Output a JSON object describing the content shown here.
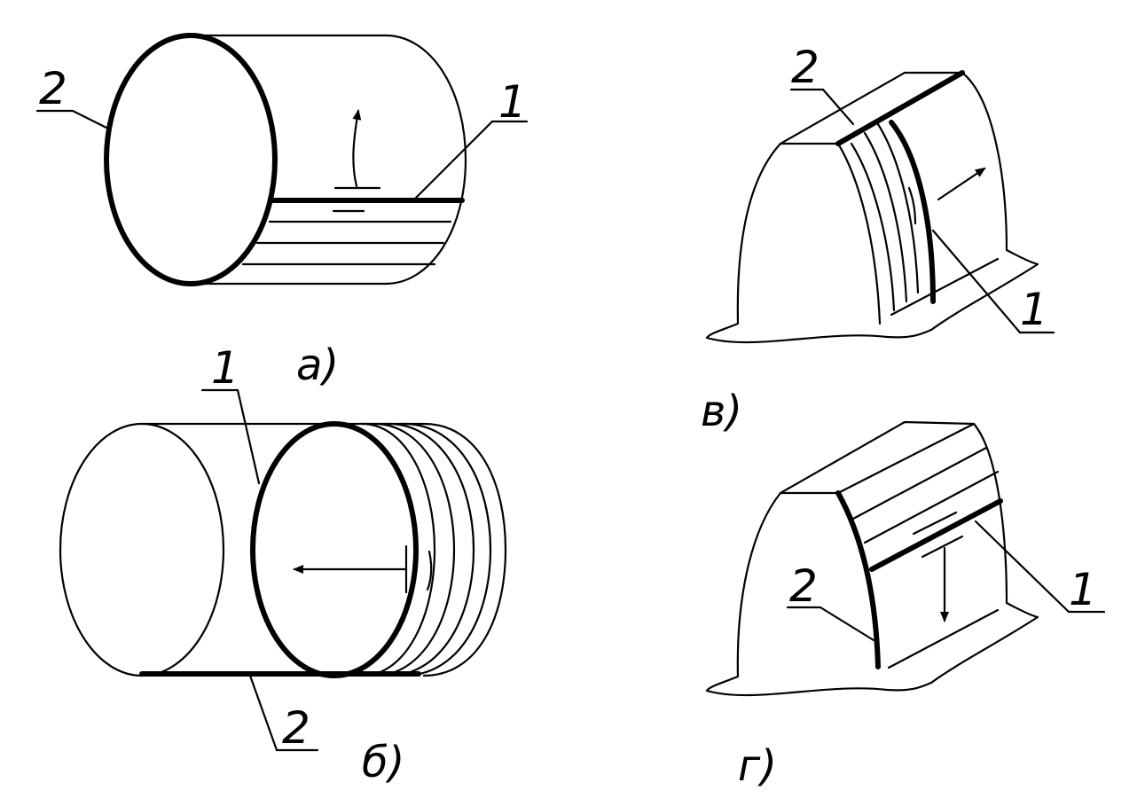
{
  "figures": {
    "a": {
      "caption": "а)",
      "label_1": "1",
      "label_2": "2"
    },
    "b": {
      "caption": "б)",
      "label_1": "1",
      "label_2": "2"
    },
    "v": {
      "caption": "в)",
      "label_1": "1",
      "label_2": "2"
    },
    "g": {
      "caption": "г)",
      "label_1": "1",
      "label_2": "2"
    }
  }
}
